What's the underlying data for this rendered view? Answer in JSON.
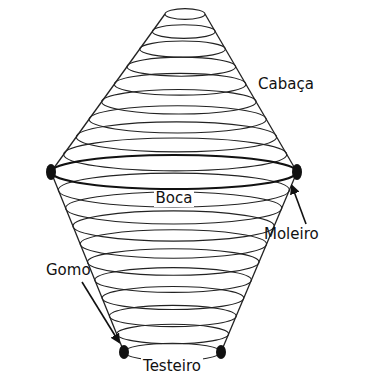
{
  "diagram": {
    "labels": [
      "Cabaça",
      "Boca",
      "Moleiro",
      "Gomo",
      "Testeiro"
    ]
  }
}
